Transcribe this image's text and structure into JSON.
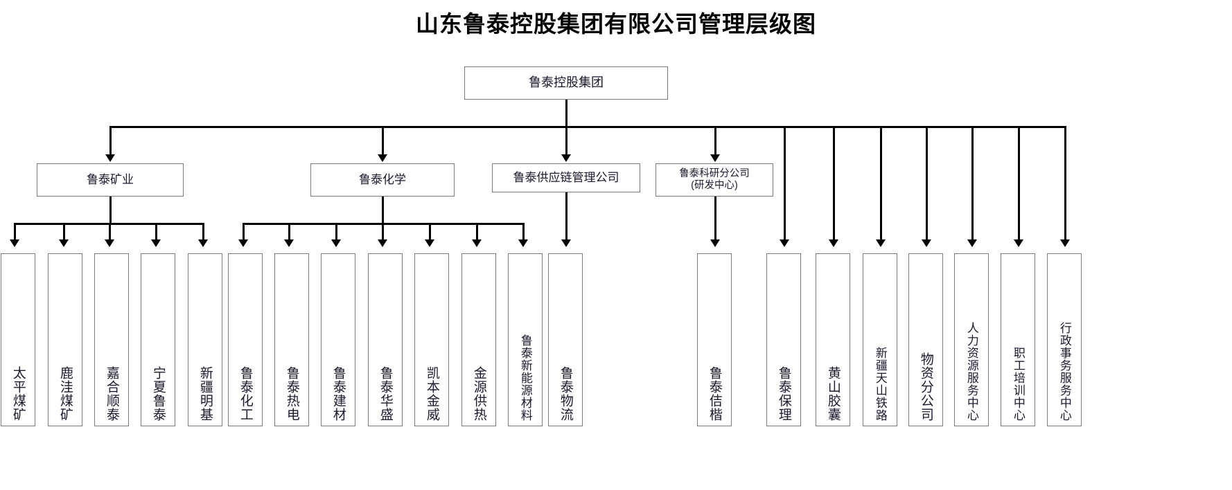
{
  "title": "山东鲁泰控股集团有限公司管理层级图",
  "root": {
    "label": "鲁泰控股集团"
  },
  "divisions": [
    {
      "label": "鲁泰矿业"
    },
    {
      "label": "鲁泰化学"
    },
    {
      "label": "鲁泰供应链管理公司"
    },
    {
      "label": "鲁泰科研分公司\n(研发中心)"
    }
  ],
  "leaves": [
    {
      "label": "太平煤矿"
    },
    {
      "label": "鹿洼煤矿"
    },
    {
      "label": "嘉合顺泰"
    },
    {
      "label": "宁夏鲁泰"
    },
    {
      "label": "新疆明基"
    },
    {
      "label": "鲁泰化工"
    },
    {
      "label": "鲁泰热电"
    },
    {
      "label": "鲁泰建材"
    },
    {
      "label": "鲁泰华盛"
    },
    {
      "label": "凯本金威"
    },
    {
      "label": "金源供热"
    },
    {
      "label": "鲁泰新能源材料"
    },
    {
      "label": "鲁泰物流"
    },
    {
      "label": "鲁泰佶楷"
    },
    {
      "label": "鲁泰保理"
    },
    {
      "label": "黄山胶囊"
    },
    {
      "label": "新疆天山铁路"
    },
    {
      "label": "物资分公司"
    },
    {
      "label": "人力资源服务中心"
    },
    {
      "label": "职工培训中心"
    },
    {
      "label": "行政事务服务中心"
    }
  ],
  "colors": {
    "box_border": "#7a7a7a",
    "connector": "#000000",
    "text": "#1a1a2e",
    "title": "#000000",
    "background": "#ffffff"
  }
}
